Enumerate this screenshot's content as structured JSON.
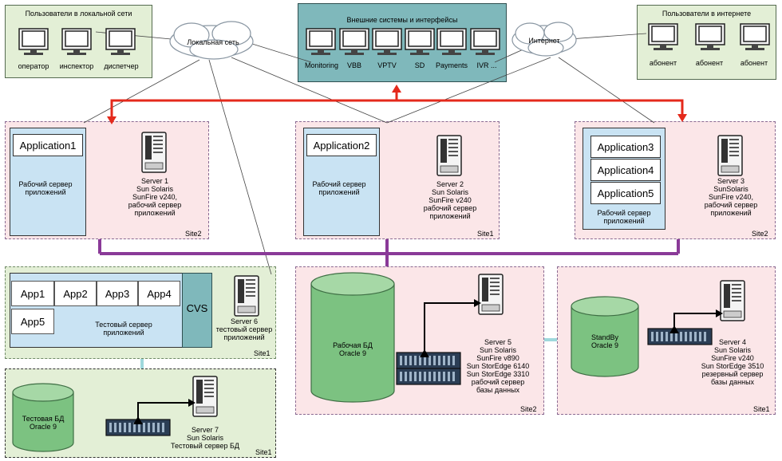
{
  "colors": {
    "network_red": "#e4291b",
    "bus_purple": "#8a3a98",
    "storage_arrow": "#000000",
    "link_cyan": "#9ed8dc",
    "zone_pink": "#fbe6e8",
    "zone_green": "#e3efd6",
    "panel_blue": "#c9e3f3",
    "db_green": "#7cc281"
  },
  "groups": {
    "local_users": {
      "title": "Пользователи в локальной сети",
      "pcs": [
        "оператор",
        "инспектор",
        "диспетчер"
      ]
    },
    "external": {
      "title": "Внешние системы и интерфейсы",
      "pcs": [
        "Monitoring",
        "VBB",
        "VPTV",
        "SD",
        "Payments",
        "IVR ..."
      ]
    },
    "internet_users": {
      "title": "Пользователи в интернете",
      "pcs": [
        "абонент",
        "абонент",
        "абонент"
      ]
    }
  },
  "clouds": {
    "local": "Локальная сеть",
    "internet": "Интернет"
  },
  "sites": {
    "s1": {
      "apps": [
        "Application1"
      ],
      "panel_label": "Рабочий сервер приложений",
      "server": [
        "Server 1",
        "Sun Solaris",
        "SunFire v240,",
        "рабочий сервер",
        "приложений"
      ],
      "site": "Site2"
    },
    "s2": {
      "apps": [
        "Application2"
      ],
      "panel_label": "Рабочий сервер приложений",
      "server": [
        "Server 2",
        "Sun Solaris",
        "SunFire v240",
        "рабочий сервер",
        "приложений"
      ],
      "site": "Site1"
    },
    "s3": {
      "apps": [
        "Application3",
        "Application4",
        "Application5"
      ],
      "panel_label": "Рабочий сервер приложений",
      "server": [
        "Server 3",
        "SunSolaris",
        "SunFire v240,",
        "рабочий сервер",
        "приложений"
      ],
      "site": "Site2"
    },
    "test_app": {
      "apps": [
        "App1",
        "App2",
        "App3",
        "App4",
        "App5"
      ],
      "cvs": "CVS",
      "panel_label": "Тестовый сервер приложений",
      "server": [
        "Server 6",
        "тестовый сервер",
        "приложений"
      ],
      "site": "Site1"
    },
    "test_db": {
      "db": [
        "Тестовая БД",
        "Oracle 9"
      ],
      "server": [
        "Server 7",
        "Sun Solaris",
        "Тестовый сервер БД"
      ],
      "site": "Site1"
    },
    "main_db": {
      "db": [
        "Рабочая БД",
        "Oracle 9"
      ],
      "server": [
        "Server 5",
        "Sun Solaris",
        "SunFire v890",
        "Sun StorEdge 6140",
        "Sun StorEdge 3310",
        "рабочий сервер",
        "базы данных"
      ],
      "site": "Site2"
    },
    "standby_db": {
      "db": [
        "StandBy",
        "Oracle 9"
      ],
      "server": [
        "Server 4",
        "Sun Solaris",
        "SunFire v240",
        "Sun StorEdge 3510",
        "резервный сервер",
        "базы данных"
      ],
      "site": "Site1"
    }
  }
}
